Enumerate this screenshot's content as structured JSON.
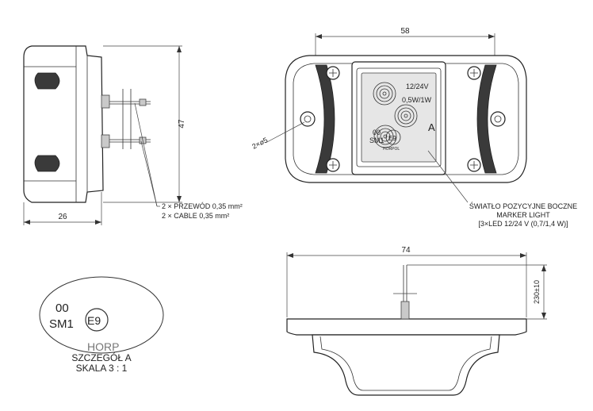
{
  "dimensions": {
    "side_height": "47",
    "side_depth": "26",
    "top_width": "58",
    "hole": "2×⌀5",
    "bottom_width": "74",
    "cable_length": "230±10"
  },
  "cable_note": {
    "line1": "2 × PRZEWÓD 0,35 mm²",
    "line2": "2 × CABLE 0,35 mm²"
  },
  "lens": {
    "voltage": "12/24V",
    "power": "0,5W/1W",
    "code_top": "00",
    "code_bottom": "SM1",
    "approval": "E9",
    "detail_letter": "A",
    "small_text": "HORPOL"
  },
  "product_note": {
    "line1": "ŚWIATŁO POZYCYJNE BOCZNE",
    "line2": "MARKER LIGHT",
    "line3": "[3×LED 12/24 V (0,7/1,4 W)]"
  },
  "detail": {
    "code_top": "00",
    "code_bottom": "SM1",
    "approval": "E9",
    "partial_text": "HORP",
    "caption1": "SZCZEGÓŁ A",
    "caption2": "SKALA 3 : 1"
  }
}
